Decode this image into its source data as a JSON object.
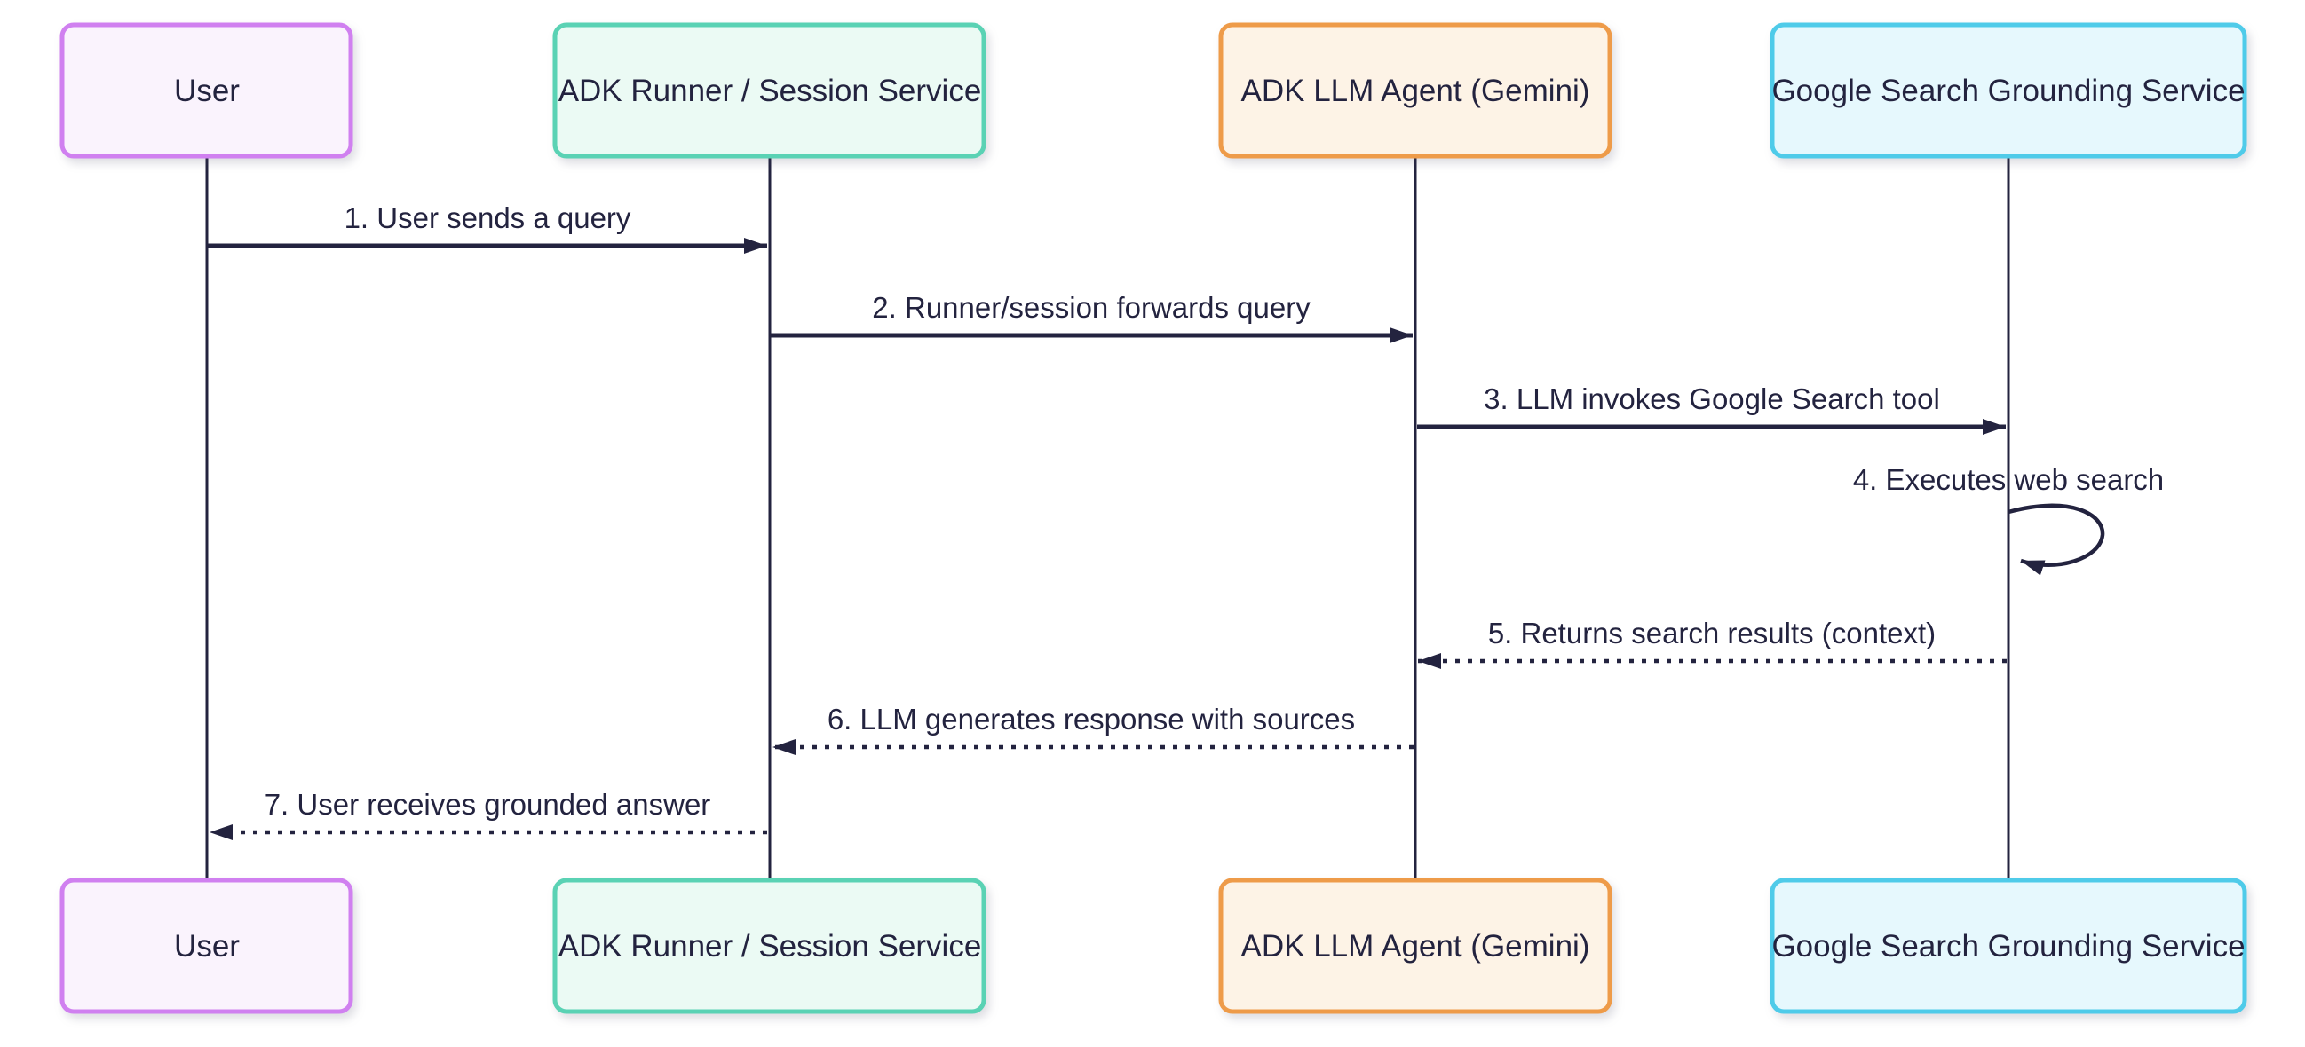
{
  "diagram": {
    "type": "sequence-diagram",
    "background": "#ffffff",
    "line_color": "#23233f",
    "text_color": "#23233f",
    "actors": [
      {
        "id": "user",
        "label": "User",
        "border_color": "#d080f0",
        "fill_color": "#faf3fd"
      },
      {
        "id": "adk-runner-session-service",
        "label": "ADK Runner / Session Service",
        "border_color": "#5ad2b4",
        "fill_color": "#ebfaf4"
      },
      {
        "id": "adk-llm-agent",
        "label": "ADK LLM Agent (Gemini)",
        "border_color": "#ee9b49",
        "fill_color": "#fdf3e6"
      },
      {
        "id": "google-search-grounding-service",
        "label": "Google Search Grounding Service",
        "border_color": "#4fcbe9",
        "fill_color": "#e6f8fd"
      }
    ],
    "messages": [
      {
        "seq": "1",
        "label": "1. User sends a query",
        "from": "user",
        "to": "adk-runner-session-service",
        "line": "solid"
      },
      {
        "seq": "2",
        "label": "2. Runner/session forwards query",
        "from": "adk-runner-session-service",
        "to": "adk-llm-agent",
        "line": "solid"
      },
      {
        "seq": "3",
        "label": "3. LLM invokes Google Search tool",
        "from": "adk-llm-agent",
        "to": "google-search-grounding-service",
        "line": "solid"
      },
      {
        "seq": "4",
        "label": "4. Executes web search",
        "from": "google-search-grounding-service",
        "to": "google-search-grounding-service",
        "line": "self-loop"
      },
      {
        "seq": "5",
        "label": "5. Returns search results (context)",
        "from": "google-search-grounding-service",
        "to": "adk-llm-agent",
        "line": "dashed"
      },
      {
        "seq": "6",
        "label": "6. LLM generates response with sources",
        "from": "adk-llm-agent",
        "to": "adk-runner-session-service",
        "line": "dashed"
      },
      {
        "seq": "7",
        "label": "7. User receives grounded answer",
        "from": "adk-runner-session-service",
        "to": "user",
        "line": "dashed"
      }
    ]
  }
}
